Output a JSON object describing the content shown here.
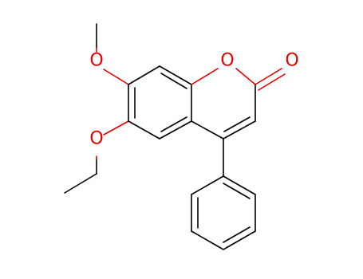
{
  "molecule": {
    "atoms": [
      {
        "symbol": "O",
        "color": "#e60000"
      },
      {
        "symbol": "O",
        "color": "#e60000"
      },
      {
        "symbol": "O",
        "color": "#e60000"
      },
      {
        "symbol": "O",
        "color": "#e60000"
      }
    ]
  },
  "colors": {
    "bond": "#000000",
    "oxygen": "#e60000",
    "background": "#ffffff"
  }
}
